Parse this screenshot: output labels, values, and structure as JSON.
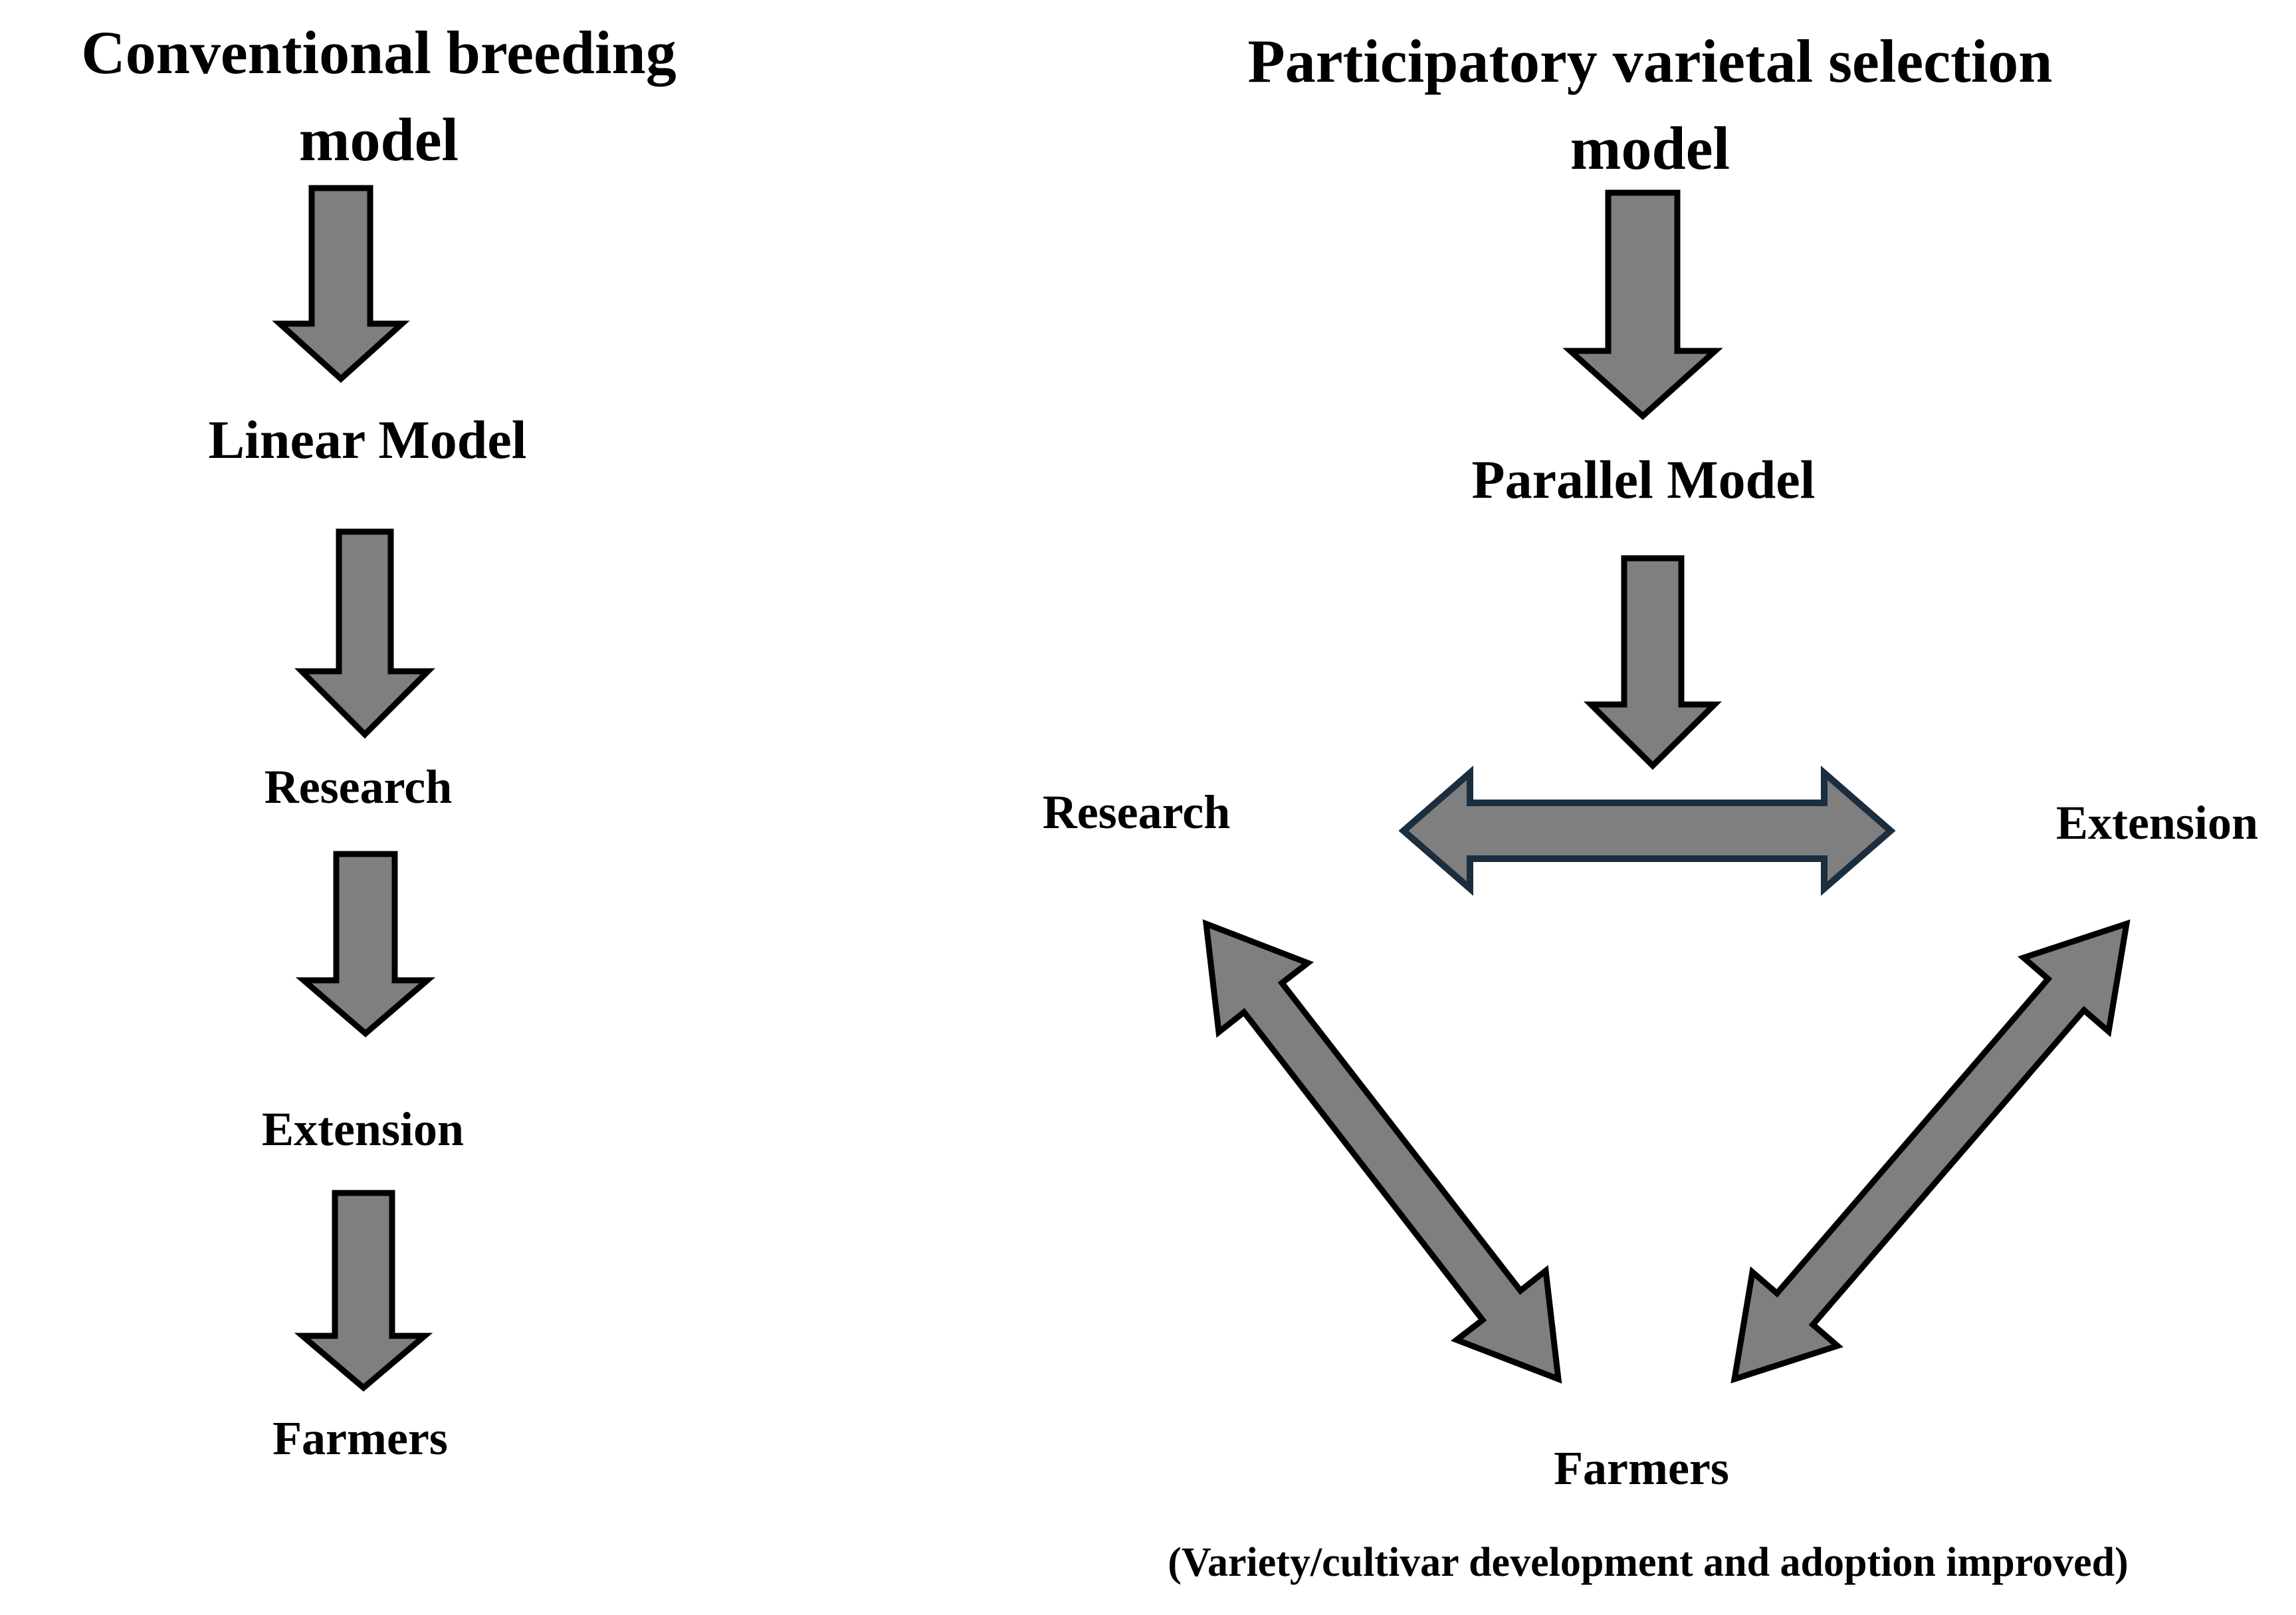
{
  "colors": {
    "arrow_fill": "#7f7f7f",
    "arrow_outline": "#000000",
    "horizontal_arrow_outline": "#1b2e40",
    "text": "#000000",
    "background": "#ffffff"
  },
  "left_model": {
    "title_line1": "Conventional breeding",
    "title_line2": "model",
    "model_label": "Linear Model",
    "research_label": "Research",
    "extension_label": "Extension",
    "farmers_label": "Farmers"
  },
  "right_model": {
    "title_line1": "Participatory varietal selection",
    "title_line2": "model",
    "model_label": "Parallel Model",
    "research_label": "Research",
    "extension_label": "Extension",
    "farmers_label": "Farmers",
    "caption": "(Variety/cultivar development and adoption improved)"
  }
}
